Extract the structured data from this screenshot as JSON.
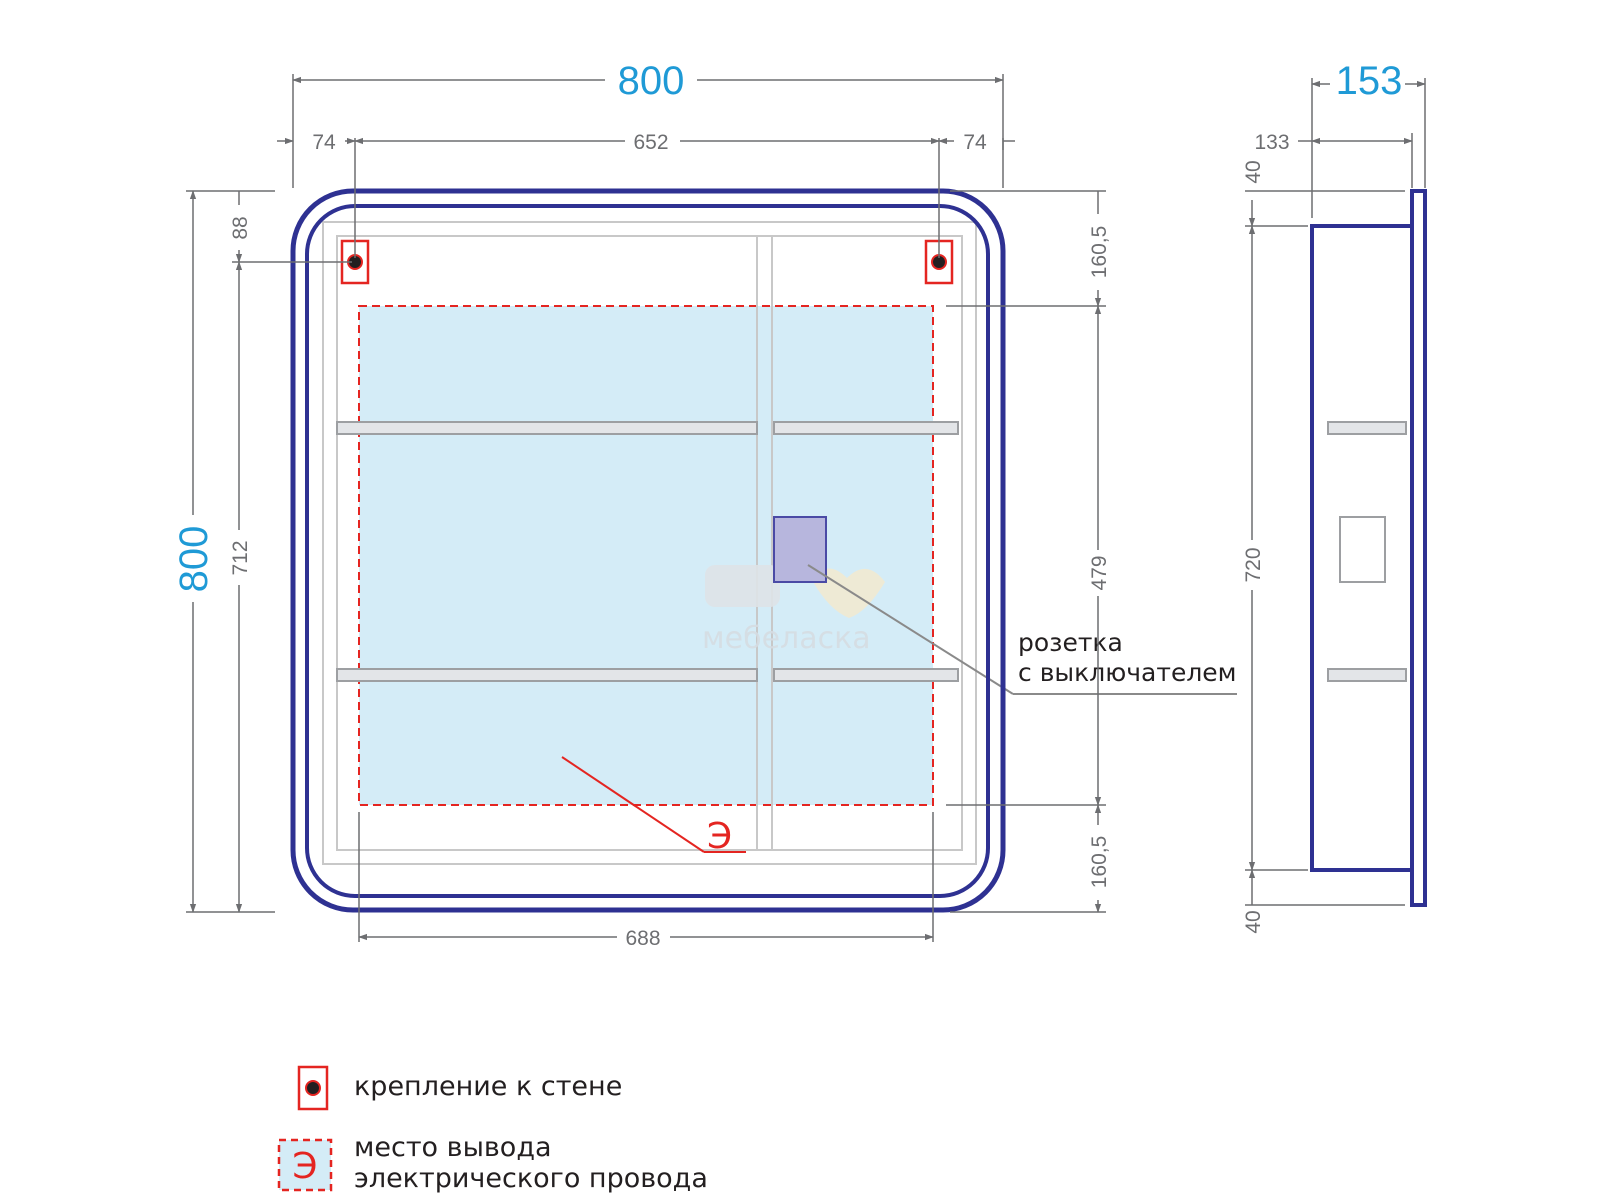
{
  "front_view": {
    "width_total": "800",
    "height_total": "800",
    "mount_offset_left": "74",
    "mount_spacing": "652",
    "mount_offset_right": "74",
    "mount_from_top": "88",
    "mount_height": "712",
    "zone_top_offset": "160,5",
    "zone_height": "479",
    "zone_bottom_offset": "160,5",
    "zone_width": "688",
    "zone_mark": "Э",
    "socket_label_line1": "розетка",
    "socket_label_line2": "с выключателем"
  },
  "side_view": {
    "depth_total": "153",
    "depth_body": "133",
    "top_gap": "40",
    "body_height": "720",
    "bottom_gap": "40"
  },
  "watermark": "мебеласка",
  "legend": {
    "mount_label": "крепление к стене",
    "zone_mark": "Э",
    "zone_label_line1": "место вывода",
    "zone_label_line2": "электрического провода"
  },
  "colors": {
    "frame": "#2e3192",
    "dimension": "#6d6e71",
    "accent_blue": "#1f9ad6",
    "wire_zone_fill": "#d4ecf7",
    "wire_zone_outline": "#e42521"
  }
}
